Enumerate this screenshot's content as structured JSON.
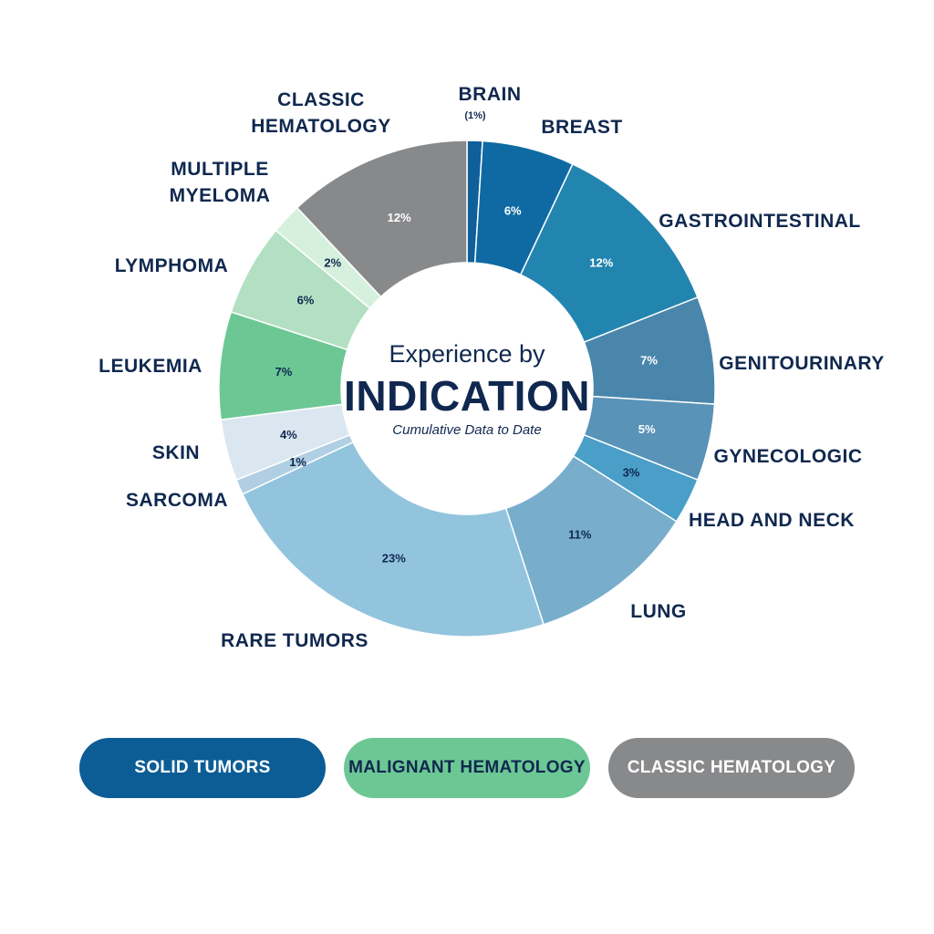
{
  "chart_data": {
    "type": "pie",
    "donut": true,
    "center": {
      "title": "Experience by",
      "main": "INDICATION",
      "subtitle": "Cumulative Data to Date"
    },
    "slices": [
      {
        "label": "BRAIN",
        "sublabel": "(1%)",
        "value": 1,
        "value_label": "",
        "group": "SOLID TUMORS",
        "color": "#0e5f9a",
        "text_color": "#ffffff"
      },
      {
        "label": "BREAST",
        "value": 6,
        "value_label": "6%",
        "group": "SOLID TUMORS",
        "color": "#0f6aa3",
        "text_color": "#ffffff"
      },
      {
        "label": "GASTROINTESTINAL",
        "value": 12,
        "value_label": "12%",
        "group": "SOLID TUMORS",
        "color": "#2285af",
        "text_color": "#ffffff"
      },
      {
        "label": "GENITOURINARY",
        "value": 7,
        "value_label": "7%",
        "group": "SOLID TUMORS",
        "color": "#4a86ac",
        "text_color": "#ffffff"
      },
      {
        "label": "GYNECOLOGIC",
        "value": 5,
        "value_label": "5%",
        "group": "SOLID TUMORS",
        "color": "#5a93b8",
        "text_color": "#ffffff"
      },
      {
        "label": "HEAD AND NECK",
        "value": 3,
        "value_label": "3%",
        "group": "SOLID TUMORS",
        "color": "#4a9fc8",
        "text_color": "#10284f"
      },
      {
        "label": "LUNG",
        "value": 11,
        "value_label": "11%",
        "group": "SOLID TUMORS",
        "color": "#78aecc",
        "text_color": "#10284f"
      },
      {
        "label": "RARE TUMORS",
        "value": 23,
        "value_label": "23%",
        "group": "SOLID TUMORS",
        "color": "#93c4de",
        "text_color": "#10284f"
      },
      {
        "label": "SARCOMA",
        "value": 1,
        "value_label": "1%",
        "group": "SOLID TUMORS",
        "color": "#b0cfe2",
        "text_color": "#10284f"
      },
      {
        "label": "SKIN",
        "value": 4,
        "value_label": "4%",
        "group": "SOLID TUMORS",
        "color": "#dbe7f0",
        "text_color": "#10284f"
      },
      {
        "label": "LEUKEMIA",
        "value": 7,
        "value_label": "7%",
        "group": "MALIGNANT HEMATOLOGY",
        "color": "#6cc794",
        "text_color": "#10284f"
      },
      {
        "label": "LYMPHOMA",
        "value": 6,
        "value_label": "6%",
        "group": "MALIGNANT HEMATOLOGY",
        "color": "#b3e0c2",
        "text_color": "#10284f"
      },
      {
        "label": "MULTIPLE",
        "label2": "MYELOMA",
        "value": 2,
        "value_label": "2%",
        "group": "MALIGNANT HEMATOLOGY",
        "color": "#d6f0de",
        "text_color": "#10284f"
      },
      {
        "label": "CLASSIC",
        "label2": "HEMATOLOGY",
        "value": 12,
        "value_label": "12%",
        "group": "CLASSIC HEMATOLOGY",
        "color": "#88898b",
        "text_color": "#ffffff"
      }
    ],
    "legend": [
      {
        "label": "SOLID TUMORS",
        "color": "#0c5d96",
        "text_color": "#ffffff"
      },
      {
        "label": "MALIGNANT HEMATOLOGY",
        "color": "#6cc794",
        "text_color": "#10284f"
      },
      {
        "label": "CLASSIC HEMATOLOGY",
        "color": "#88898b",
        "text_color": "#ffffff"
      }
    ]
  }
}
